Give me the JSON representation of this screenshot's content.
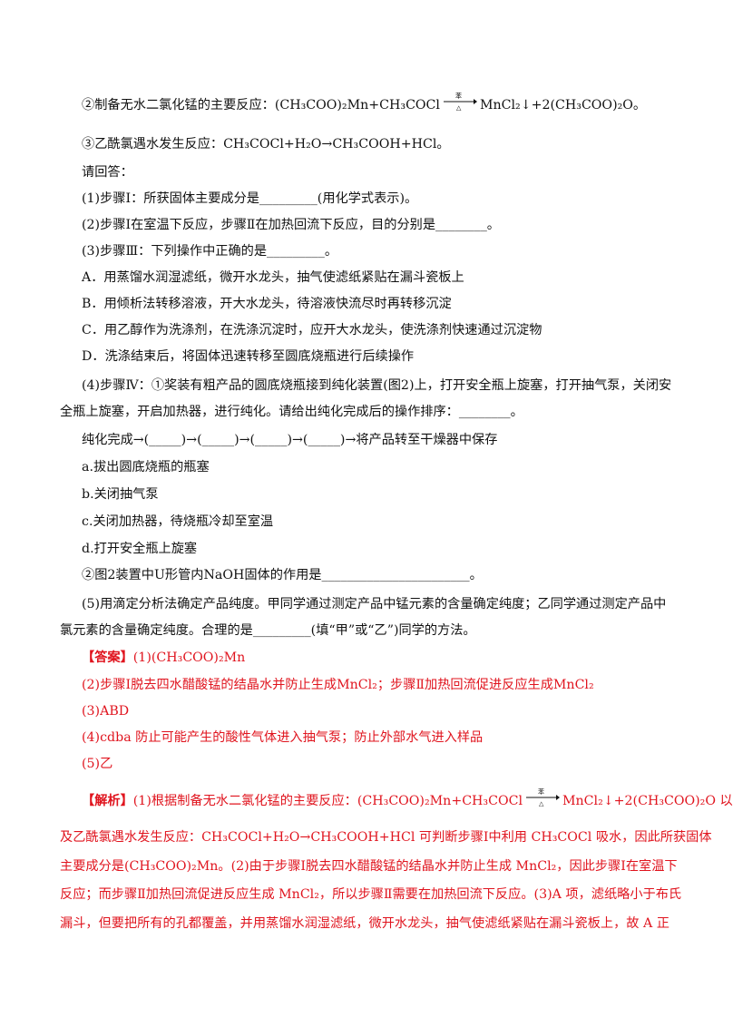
{
  "lines": [
    {
      "id": "l1",
      "pre": "②制备无水二氯化锰的主要反应：(CH₃COO)₂Mn+CH₃COCl",
      "arrow_top": "苯",
      "arrow_bottom": "△",
      "post": "MnCl₂↓+2(CH₃COO)₂O。"
    },
    {
      "id": "l2",
      "text": "③乙酰氯遇水发生反应：CH₃COCl+H₂O→CH₃COOH+HCl。"
    },
    {
      "id": "l3",
      "text": "请回答："
    },
    {
      "id": "l4",
      "text": "(1)步骤Ⅰ：所获固体主要成分是_________(用化学式表示)。"
    },
    {
      "id": "l5",
      "text": "(2)步骤Ⅰ在室温下反应，步骤Ⅱ在加热回流下反应，目的分别是________。"
    },
    {
      "id": "l6",
      "text": "(3)步骤Ⅲ：下列操作中正确的是_________。"
    },
    {
      "id": "l7",
      "text": "A．用蒸馏水润湿滤纸，微开水龙头，抽气使滤纸紧贴在漏斗瓷板上"
    },
    {
      "id": "l8",
      "text": "B．用倾析法转移溶液，开大水龙头，待溶液快流尽时再转移沉淀"
    },
    {
      "id": "l9",
      "text": "C．用乙醇作为洗涤剂，在洗涤沉淀时，应开大水龙头，使洗涤剂快速通过沉淀物"
    },
    {
      "id": "l10",
      "text": "D．洗涤结束后，将固体迅速转移至圆底烧瓶进行后续操作"
    },
    {
      "id": "l11",
      "text": "(4)步骤Ⅳ：①奖装有粗产品的圆底烧瓶接到纯化装置(图2)上，打开安全瓶上旋塞，打开抽气泵，关闭安"
    },
    {
      "id": "l12",
      "text": "全瓶上旋塞，开启加热器，进行纯化。请给出纯化完成后的操作排序：________。"
    },
    {
      "id": "l13",
      "text": "纯化完成→(_____)→(_____)→(_____)→(_____)→将产品转至干燥器中保存"
    },
    {
      "id": "l14",
      "text": "a.拔出圆底烧瓶的瓶塞"
    },
    {
      "id": "l15",
      "text": "b.关闭抽气泵"
    },
    {
      "id": "l16",
      "text": "c.关闭加热器，待烧瓶冷却至室温"
    },
    {
      "id": "l17",
      "text": "d.打开安全瓶上旋塞"
    },
    {
      "id": "l18",
      "text": "②图2装置中U形管内NaOH固体的作用是_______________________。"
    },
    {
      "id": "l19",
      "text": "(5)用滴定分析法确定产品纯度。甲同学通过测定产品中锰元素的含量确定纯度；乙同学通过测定产品中"
    },
    {
      "id": "l20",
      "text": "氯元素的含量确定纯度。合理的是_________(填“甲”或“乙”)同学的方法。"
    }
  ],
  "answer": {
    "tag": "【答案】",
    "a1": "(1)(CH₃COO)₂Mn",
    "a2": "(2)步骤Ⅰ脱去四水醋酸锰的结晶水并防止生成MnCl₂；步骤Ⅱ加热回流促进反应生成MnCl₂",
    "a3": "(3)ABD",
    "a4": "(4)cdba      防止可能产生的酸性气体进入抽气泵；防止外部水气进入样品",
    "a5": "(5)乙"
  },
  "analysis": {
    "tag": "【解析】",
    "p1_pre": "(1)根据制备无水二氯化锰的主要反应：(CH₃COO)₂Mn+CH₃COCl",
    "arrow_top": "苯",
    "arrow_bottom": "△",
    "p1_post": "MnCl₂↓+2(CH₃COO)₂O 以",
    "p2": "及乙酰氯遇水发生反应：CH₃COCl+H₂O→CH₃COOH+HCl 可判断步骤Ⅰ中利用 CH₃COCl 吸水，因此所获固体",
    "p3": "主要成分是(CH₃COO)₂Mn。(2)由于步骤Ⅰ脱去四水醋酸锰的结晶水并防止生成 MnCl₂，因此步骤Ⅰ在室温下",
    "p4": "反应；而步骤Ⅱ加热回流促进反应生成 MnCl₂，所以步骤Ⅱ需要在加热回流下反应。(3)A 项，滤纸略小于布氏",
    "p5": "漏斗，但要把所有的孔都覆盖，并用蒸馏水润湿滤纸，微开水龙头，抽气使滤纸紧贴在漏斗瓷板上，故 A 正"
  }
}
